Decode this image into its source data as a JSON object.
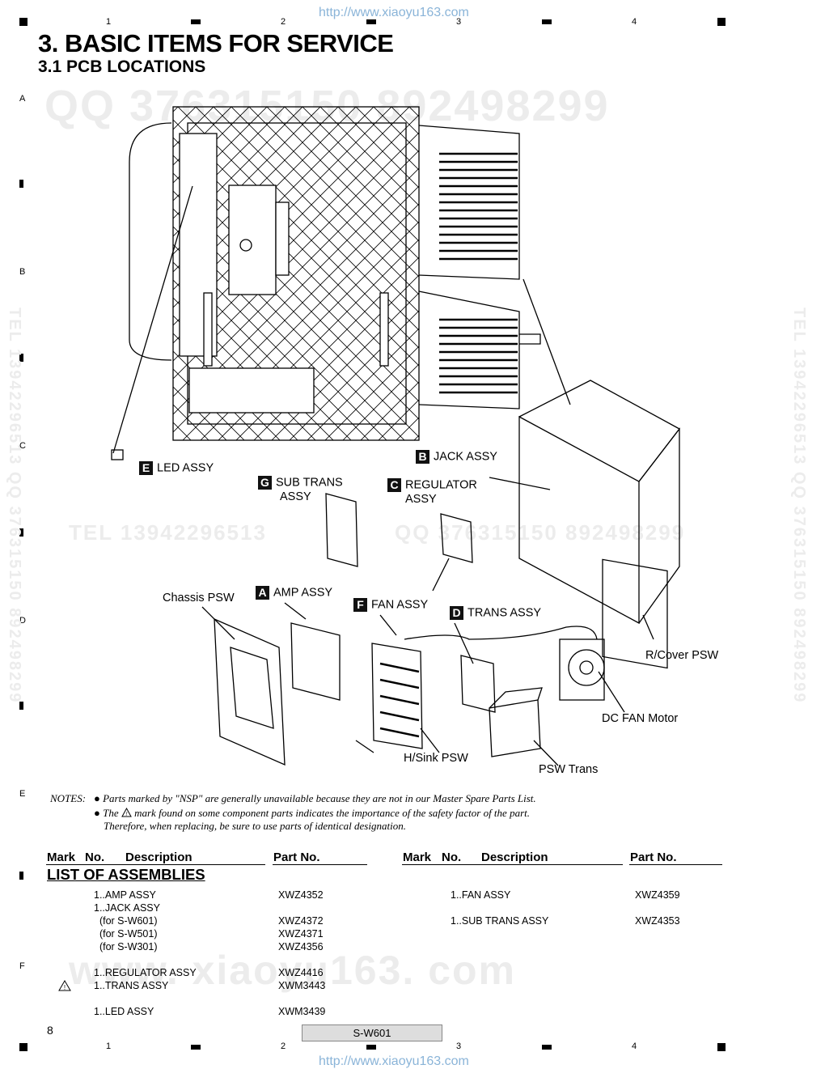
{
  "header": {
    "url_top": "http://www.xiaoyu163.com",
    "url_bottom": "http://www.xiaoyu163.com",
    "grid_cols": [
      "1",
      "2",
      "3",
      "4"
    ],
    "grid_rows": [
      "A",
      "B",
      "C",
      "D",
      "E",
      "F"
    ]
  },
  "watermarks": {
    "qq_top": "QQ 376315150    892498299",
    "tel_mid": "TEL  13942296513",
    "qq_mid": "QQ  376315150   892498299",
    "tel_side": "TEL 13942296513  QQ 376315150  892498299",
    "bottom": "www. xiaoyu163. com"
  },
  "page": {
    "title": "3. BASIC ITEMS FOR SERVICE",
    "subtitle": "3.1  PCB LOCATIONS",
    "page_number": "8",
    "model": "S-W601"
  },
  "diagram": {
    "labels": {
      "led": {
        "badge": "E",
        "text": "LED ASSY"
      },
      "jack": {
        "badge": "B",
        "text": "JACK ASSY"
      },
      "subtrans": {
        "badge": "G",
        "line1": "SUB TRANS",
        "line2": "ASSY"
      },
      "regulator": {
        "badge": "C",
        "line1": "REGULATOR",
        "line2": "ASSY"
      },
      "amp": {
        "badge": "A",
        "text": "AMP ASSY"
      },
      "fan": {
        "badge": "F",
        "text": "FAN ASSY"
      },
      "trans": {
        "badge": "D",
        "text": "TRANS ASSY"
      },
      "chassis": "Chassis PSW",
      "rcover": "R/Cover PSW",
      "dcfan": "DC FAN Motor",
      "hsink": "H/Sink PSW",
      "pswtrans": "PSW Trans"
    }
  },
  "notes": {
    "prefix": "NOTES:",
    "line1": "Parts marked by \"NSP\" are generally unavailable because they are not in our Master Spare Parts List.",
    "line2a": "The",
    "line2b": "mark found on some component parts indicates the importance of the safety factor of the part.",
    "line3": "Therefore,  when replacing, be sure to use parts of identical designation."
  },
  "table": {
    "headers": {
      "mark": "Mark",
      "no": "No.",
      "description": "Description",
      "part_no": "Part No."
    },
    "section_title": "LIST OF ASSEMBLIES",
    "left": [
      {
        "desc": "1..AMP ASSY",
        "part": "XWZ4352",
        "mark": ""
      },
      {
        "desc": "1..JACK ASSY",
        "part": "",
        "mark": ""
      },
      {
        "desc": "  (for S-W601)",
        "part": "XWZ4372",
        "mark": ""
      },
      {
        "desc": "  (for S-W501)",
        "part": "XWZ4371",
        "mark": ""
      },
      {
        "desc": "  (for S-W301)",
        "part": "XWZ4356",
        "mark": ""
      },
      {
        "desc": "1..REGULATOR ASSY",
        "part": "XWZ4416",
        "mark": ""
      },
      {
        "desc": "1..TRANS ASSY",
        "part": "XWM3443",
        "mark": "warning"
      },
      {
        "desc": "1..LED ASSY",
        "part": "XWM3439",
        "mark": ""
      }
    ],
    "right": [
      {
        "desc": "1..FAN ASSY",
        "part": "XWZ4359"
      },
      {
        "desc": "1..SUB TRANS ASSY",
        "part": "XWZ4353"
      }
    ]
  }
}
